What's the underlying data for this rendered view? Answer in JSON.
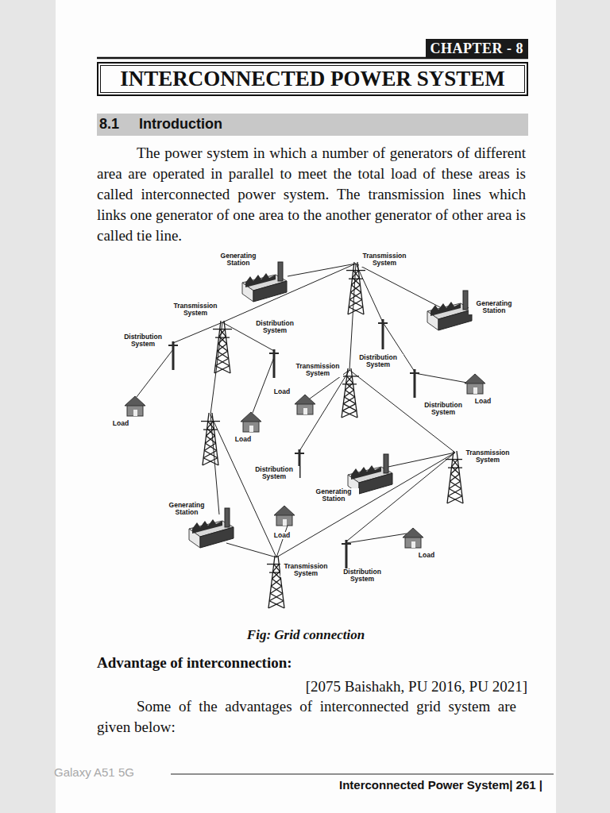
{
  "diagram": {
    "title": "INTERCONNECTED POWER SYSTEM",
    "caption": "Fig: Grid connection",
    "nodes": [
      {
        "text": [
          "CHAPTER - 8"
        ]
      },
      {
        "text": [
          "8.1",
          "Introduction"
        ]
      }
    ],
    "labels": [
      "The power system in which a number of generators of different area are operated in parallel to meet the total load of these areas is called interconnected power system. The transmission lines which links one generator of one area to the another generator of other area is called tie line.",
      "Generating Station",
      "Transmission System",
      "Generating Station",
      "Transmission System",
      "Distribution System",
      "Distribution System",
      "Distribution System",
      "Transmission System",
      "Load",
      "Load",
      "Distribution System",
      "Load",
      "Load",
      "Transmission System",
      "Distribution System",
      "Generating Station",
      "Generating Station",
      "Load",
      "Load",
      "Transmission System",
      "Distribution System",
      "Advantage of interconnection:",
      "[2075 Baishakh, PU 2016, PU 2021]",
      "Some of the advantages of interconnected grid system are given below:",
      "Interconnected Power System| 261 |",
      "Galaxy A51 5G"
    ]
  }
}
